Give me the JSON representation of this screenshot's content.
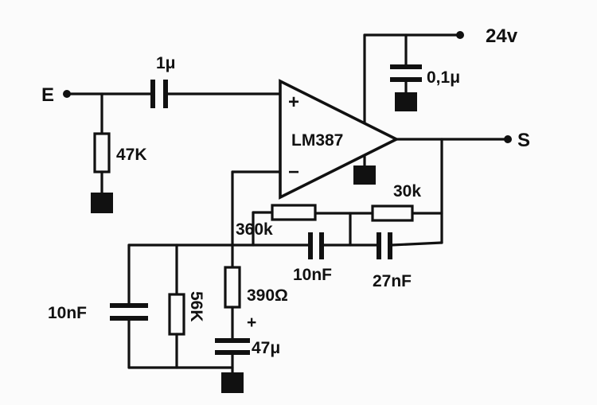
{
  "ic": {
    "name": "LM387",
    "plus": "+",
    "minus": "−"
  },
  "supply": {
    "voltage": "24v",
    "decoupling_cap": "0,1μ"
  },
  "input": {
    "label": "E",
    "coupling_cap": "1μ",
    "bias_resistor": "47K"
  },
  "output": {
    "label": "S"
  },
  "feedback": {
    "r_upper": "30k",
    "r_lower": "360k",
    "c_lower": "10nF",
    "c_upper": "27nF"
  },
  "network": {
    "cap_left": "10nF",
    "r_left": "56K",
    "r_series": "390Ω",
    "cap_electrolytic": "47μ",
    "polarity": "+"
  }
}
